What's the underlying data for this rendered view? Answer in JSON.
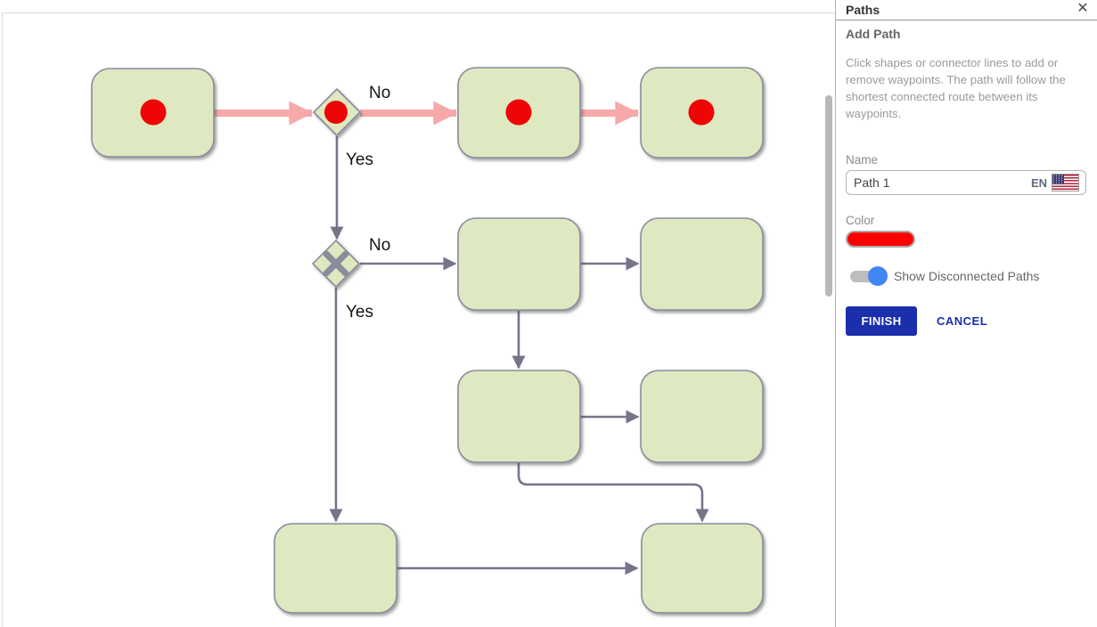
{
  "panel": {
    "title": "Paths",
    "close_icon": "✕",
    "section_title": "Add Path",
    "description": "Click shapes or connector lines to add or remove waypoints. The path will follow the shortest connected route between its waypoints.",
    "name_label": "Name",
    "name_value": "Path 1",
    "name_lang": "EN",
    "name_lang_flag": "us-flag",
    "color_label": "Color",
    "color_value": "#ff0000",
    "toggle_label": "Show Disconnected Paths",
    "toggle_state": "on",
    "finish_label": "FINISH",
    "cancel_label": "CANCEL"
  },
  "canvas": {
    "labels": {
      "no1": "No",
      "yes1": "Yes",
      "no2": "No",
      "yes2": "Yes"
    },
    "colors": {
      "node_fill": "#dfe9c1",
      "node_border": "#8b8b9b",
      "connector": "#75758a",
      "path_highlight": "#f7a8a8",
      "waypoint": "#ee0606"
    }
  }
}
